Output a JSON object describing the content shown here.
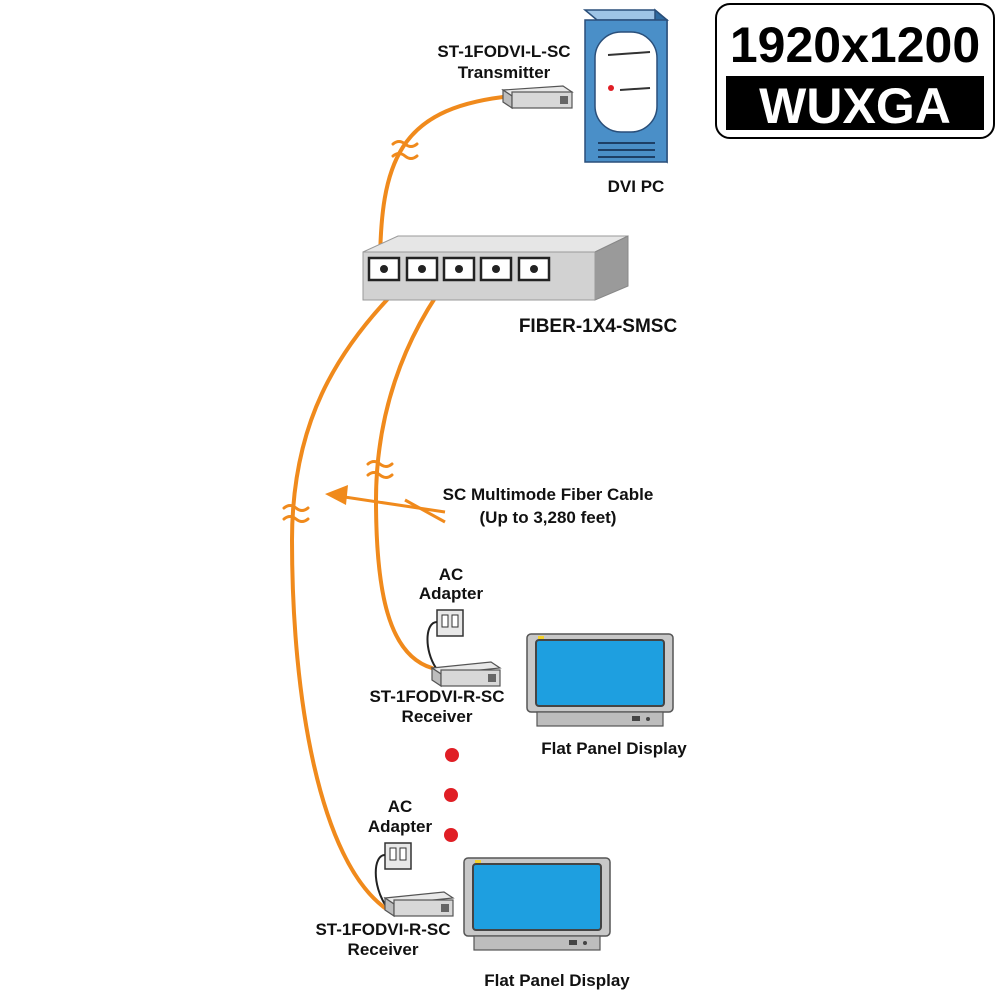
{
  "badge": {
    "resolution": "1920x1200",
    "standard": "WUXGA"
  },
  "colors": {
    "fiber": "#f08a1c",
    "pc_blue": "#4a8fc8",
    "screen_blue": "#1e9fe0",
    "device_gray": "#c8c8c8",
    "dot_red": "#e01e25"
  },
  "labels": {
    "transmitter_model": "ST-1FODVI-L-SC",
    "transmitter_role": "Transmitter",
    "pc": "DVI PC",
    "splitter": "FIBER-1X4-SMSC",
    "cable_line1": "SC Multimode Fiber Cable",
    "cable_line2": "(Up to 3,280 feet)",
    "receivers": [
      {
        "adapter_line1": "AC",
        "adapter_line2": "Adapter",
        "model": "ST-1FODVI-R-SC",
        "role": "Receiver",
        "display": "Flat Panel Display"
      },
      {
        "adapter_line1": "AC",
        "adapter_line2": "Adapter",
        "model": "ST-1FODVI-R-SC",
        "role": "Receiver",
        "display": "Flat Panel Display"
      }
    ]
  }
}
